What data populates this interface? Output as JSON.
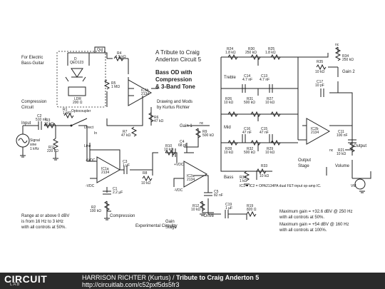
{
  "header": {
    "title_line1": "A Tribute to Craig",
    "title_line2": "Anderton Circuit 5",
    "subtitle_line1": "Bass OD with",
    "subtitle_line2": "Compression",
    "subtitle_line3": "& 3-Band Tone",
    "credit_line1": "Drawing and Mods",
    "credit_line2": "by Kurtus Richter"
  },
  "notes": {
    "for_line1": "For Electric",
    "for_line2": "Bass-Guitar",
    "range_line1": "Range at or above 0 dBV",
    "range_line2": "is from 16 Hz to 3 kHz",
    "range_line3": "with all controls at 50%.",
    "ic_note": "IC1 = IC2 = OPA2134PA dual FET-input op-amp IC.",
    "gain1_line1": "Maximum gain = +32.6 dBV @ 250 Hz",
    "gain1_line2": "with all controls at 50%.",
    "gain2_line1": "Maximum gain = +54 dBV @ 160 Hz",
    "gain2_line2": "with all controls at 100%.",
    "experimental": "Experimental Circuitry"
  },
  "sections": {
    "compression_circuit_1": "Compression",
    "compression_circuit_2": "Circuit",
    "optocoupler": "Optocoupler",
    "compression": "Compression",
    "gain_stage_1": "Gain",
    "gain_stage_2": "Stage",
    "drive": "Drive",
    "gain1": "Gain 1",
    "gain2": "Gain 2",
    "treble": "Treble",
    "mid": "Mid",
    "bass": "Bass",
    "output_stage_1": "Output",
    "output_stage_2": "Stage",
    "volume": "Volume",
    "output": "Output",
    "input": "Input",
    "signal_1": "Signal",
    "signal_2": "sine",
    "signal_3": "1 kHz",
    "vm": "VM",
    "direct": "Direct",
    "line": "Line",
    "in": "In",
    "nc1": "nc",
    "nc2": "nc",
    "nc3": "nc",
    "out": "Out"
  },
  "components": {
    "c2": [
      "C2",
      "510 nF"
    ],
    "r1": [
      "R1",
      "1 MΩ"
    ],
    "r3": [
      "R3",
      "10 kΩ"
    ],
    "r11": [
      "R11",
      "220 kΩ"
    ],
    "ldr": [
      "LDR",
      "200 Ω"
    ],
    "d": [
      "D",
      "QED123"
    ],
    "r4": [
      "R4",
      "1.5 kΩ"
    ],
    "r5": [
      "R5",
      "1 MΩ"
    ],
    "ic1b": [
      "IC1b",
      "2134"
    ],
    "r7": [
      "R7",
      "47 kΩ"
    ],
    "r6": [
      "R6",
      "47 kΩ"
    ],
    "ic1a": [
      "IC1a",
      "2134"
    ],
    "c3": [
      "C3",
      "1 µF"
    ],
    "c1": [
      "C1",
      "2.2 µF"
    ],
    "r2": [
      "R2",
      "100 kΩ"
    ],
    "r10": [
      "R10",
      "10 kΩ"
    ],
    "c4": [
      "C4",
      "68 pF"
    ],
    "r9": [
      "R9",
      "500 kΩ"
    ],
    "r8": [
      "R8",
      "10 kΩ"
    ],
    "ic2a": [
      "IC2a",
      "2134"
    ],
    "r36": [
      "R36",
      "1 kΩ"
    ],
    "c5": [
      "C5",
      "82 nF"
    ],
    "r12": [
      "R12",
      "10 kΩ"
    ],
    "c19": [
      "C19",
      "1 µF"
    ],
    "r19": [
      "R19",
      "820 Ω"
    ],
    "r24": [
      "R24",
      "1.8 kΩ"
    ],
    "r30": [
      "R30",
      "250 kΩ"
    ],
    "r25": [
      "R25",
      "1.8 kΩ"
    ],
    "c14": [
      "C14",
      "4.7 nF"
    ],
    "c13": [
      "C13",
      "4.7 nF"
    ],
    "r26": [
      "R26",
      "10 kΩ"
    ],
    "r31": [
      "R31",
      "500 kΩ"
    ],
    "r27": [
      "R27",
      "10 kΩ"
    ],
    "c16": [
      "C16",
      "47 nF"
    ],
    "c15": [
      "C15",
      "47 nF"
    ],
    "r28": [
      "R28",
      "10 kΩ"
    ],
    "r32": [
      "R32",
      "500 kΩ"
    ],
    "r29": [
      "R29",
      "10 kΩ"
    ],
    "r33": [
      "R33",
      "10 kΩ"
    ],
    "r34": [
      "R34",
      "250 kΩ"
    ],
    "r35": [
      "R35",
      "10 kΩ"
    ],
    "c17": [
      "C17",
      "10 pF"
    ],
    "ic2b": [
      "IC2b",
      "2134"
    ],
    "c11": [
      "C11",
      "100 nF"
    ],
    "r21": [
      "R21",
      "10 kΩ"
    ],
    "vdc_p1": "+VDC",
    "vdc_m1": "-VDC",
    "vdc_p2": "+VDC",
    "vdc_m2": "-VDC"
  },
  "footer": {
    "brand": "CIRCUIT",
    "brand_sub": "LAB",
    "author": "HARRISON RICHTER (Kurtus)",
    "separator": " / ",
    "title": "Tribute to Craig Anderton 5",
    "url": "http://circuitlab.com/c52pxf5ds5fr3"
  }
}
